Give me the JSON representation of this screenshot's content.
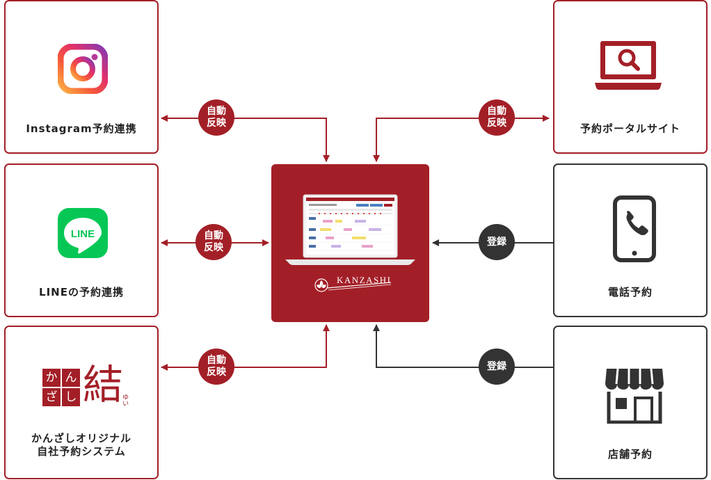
{
  "sources": {
    "instagram": {
      "label": "Instagram予約連携"
    },
    "line": {
      "label": "LINEの予約連携",
      "logo_text": "LINE"
    },
    "kanzashi_yui": {
      "label_line1": "かんざしオリジナル",
      "label_line2": "自社予約システム",
      "logo_chars": [
        "か",
        "ん",
        "ざ",
        "し"
      ],
      "logo_main": "結",
      "logo_sub": "ゆい"
    },
    "portal": {
      "label": "予約ポータルサイト"
    },
    "phone": {
      "label": "電話予約"
    },
    "store": {
      "label": "店舗予約"
    }
  },
  "hub": {
    "brand": "KANZASHI"
  },
  "badges": {
    "auto_line1": "自動",
    "auto_line2": "反映",
    "register": "登録"
  },
  "colors": {
    "accent": "#a31f27",
    "dark": "#333333",
    "line_green": "#06c755"
  }
}
